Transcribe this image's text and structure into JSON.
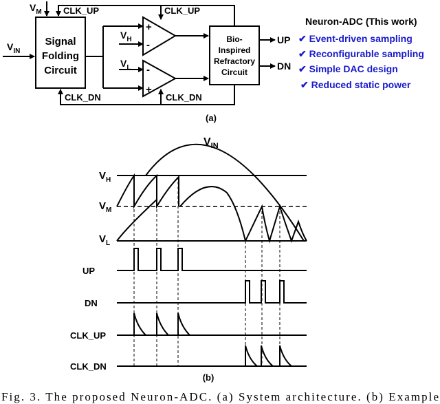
{
  "panel_a": {
    "blocks": {
      "signal_folding": [
        "Signal",
        "Folding",
        "Circuit"
      ],
      "refractory": [
        "Bio-",
        "Inspired",
        "Refractory",
        "Circuit"
      ]
    },
    "signals": {
      "vin": "V",
      "vin_sub": "IN",
      "vm": "V",
      "vm_sub": "M",
      "vh": "V",
      "vh_sub": "H",
      "vl": "V",
      "vl_sub": "L",
      "clk_up": "CLK_UP",
      "clk_dn": "CLK_DN",
      "up": "UP",
      "dn": "DN",
      "plus": "+",
      "minus": "-"
    },
    "features": {
      "title": "Neuron-ADC (This work)",
      "items": [
        "✔ Event-driven sampling",
        "✔ Reconfigurable sampling",
        "✔ Simple DAC design",
        "✔ Reduced static power"
      ]
    },
    "label": "(a)"
  },
  "panel_b": {
    "vin": "V",
    "vin_sub": "IN",
    "levels": [
      {
        "main": "V",
        "sub": "H"
      },
      {
        "main": "V",
        "sub": "M"
      },
      {
        "main": "V",
        "sub": "L"
      }
    ],
    "traces": [
      "UP",
      "DN",
      "CLK_UP",
      "CLK_DN"
    ],
    "label": "(b)"
  },
  "caption": "Fig. 3.   The proposed Neuron-ADC. (a) System architecture. (b) Example",
  "colors": {
    "accent": "#1a1acc",
    "ink": "#000000"
  }
}
